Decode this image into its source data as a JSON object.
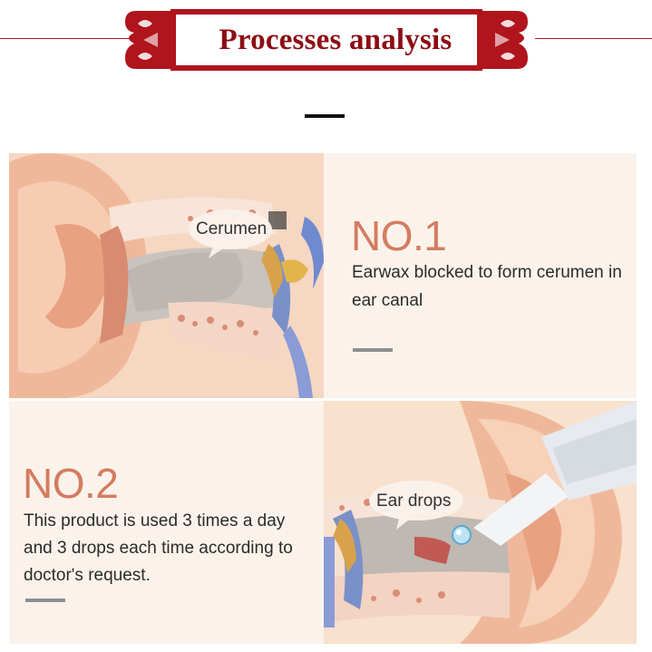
{
  "header": {
    "title": "Processes analysis",
    "subtitle_line1": "",
    "subtitle_line2": ""
  },
  "steps": [
    {
      "number": "NO.1",
      "description": "Earwax blocked to form cerumen in ear canal",
      "callout": "Cerumen"
    },
    {
      "number": "NO.2",
      "description": "This product is used 3 times a day and 3 drops each time according to doctor's request.",
      "callout": "Ear drops"
    }
  ],
  "colors": {
    "banner_red": "#b0141c",
    "title_red": "#8d0d14",
    "number_salmon": "#d47c60",
    "panel_cream": "#fbf3eb",
    "skin_light": "#f7dcc8"
  }
}
